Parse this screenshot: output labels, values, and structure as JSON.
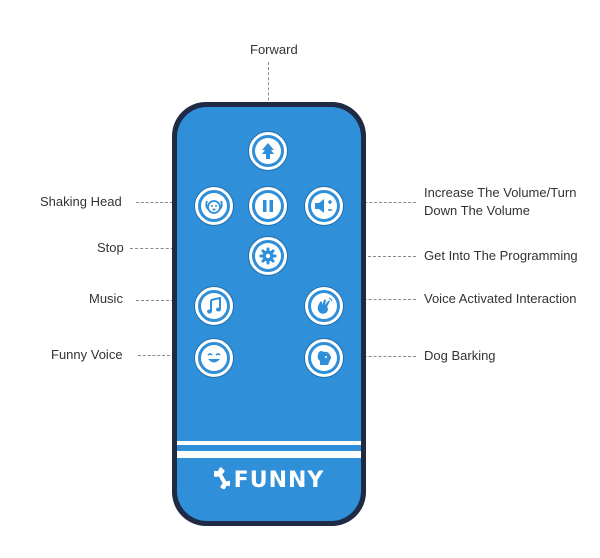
{
  "labels": {
    "forward": "Forward",
    "shaking_head": "Shaking Head",
    "stop": "Stop",
    "music": "Music",
    "funny_voice": "Funny Voice",
    "volume_line1": "Increase The Volume/Turn",
    "volume_line2": "Down The Volume",
    "programming": "Get Into The Programming",
    "voice_interaction": "Voice Activated Interaction",
    "dog_barking": "Dog Barking"
  },
  "remote": {
    "brand": "FUNNY",
    "colors": {
      "body": "#2f8fd8",
      "frame": "#1f2a45",
      "accent": "#ffffff"
    }
  },
  "icons": {
    "forward": "tree-arrow-icon",
    "shaking_head": "dog-face-icon",
    "stop": "pause-icon",
    "volume": "volume-icon",
    "programming": "gear-icon",
    "music": "music-note-icon",
    "voice": "hand-wave-icon",
    "funny_voice": "smiley-icon",
    "bark": "dog-head-icon",
    "brand": "bone-icon"
  }
}
